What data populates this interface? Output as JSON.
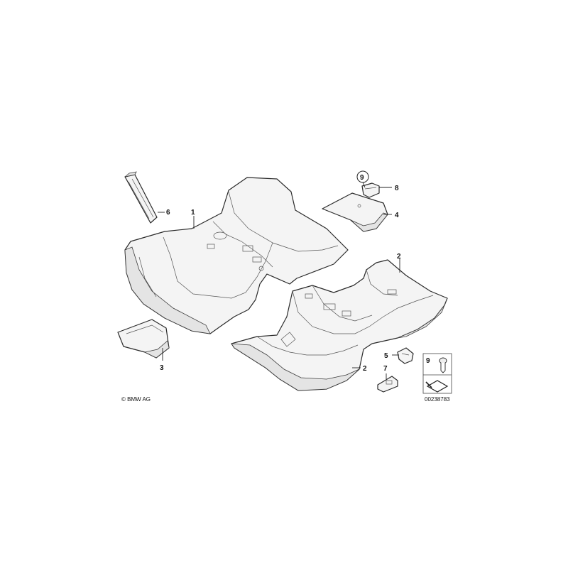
{
  "callouts": {
    "c1": "1",
    "c2a": "2",
    "c2b": "2",
    "c3": "3",
    "c4": "4",
    "c5": "5",
    "c6": "6",
    "c7": "7",
    "c8": "8",
    "c9_circle": "9",
    "c9_box": "9"
  },
  "copyright": "© BMW AG",
  "diagram_number": "00238783",
  "icons": {
    "clip": "push-clip-icon",
    "install_arrow": "install-arrow-icon"
  }
}
